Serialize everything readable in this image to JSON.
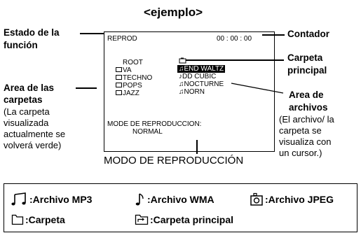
{
  "heading": "<ejemplo>",
  "callouts": {
    "estado": [
      "Estado de la",
      "función"
    ],
    "contador": "Contador",
    "carpeta_principal": [
      "Carpeta",
      "principal"
    ],
    "area_carpetas": [
      "Area de las",
      "carpetas",
      "(La carpeta",
      "visualizada",
      "actualmente se",
      "volverá verde)"
    ],
    "area_archivos": [
      "Area de",
      "archivos",
      "(El archivo/ la",
      "carpeta se",
      "visualiza con",
      "un cursor.)"
    ],
    "modo": "MODO DE REPRODUCCIÓN"
  },
  "screen": {
    "status": "REPROD",
    "counter": "00 : 00 : 00",
    "root": "ROOT",
    "folders": [
      "VA",
      "TECHNO",
      "POPS",
      "JAZZ"
    ],
    "files": [
      "END WALTZ",
      "DD CUBIC",
      "NOCTURNE",
      "NORN"
    ],
    "file_icons": [
      "mp3-icon",
      "wma-icon",
      "mp3-icon",
      "mp3-icon"
    ],
    "mode_label": "MODE DE REPRODUCCION:",
    "mode_value": "NORMAL"
  },
  "legend": {
    "mp3": ":Archivo MP3",
    "wma": ":Archivo WMA",
    "jpeg": ":Archivo JPEG",
    "folder": ":Carpeta",
    "parent": ":Carpeta principal"
  }
}
